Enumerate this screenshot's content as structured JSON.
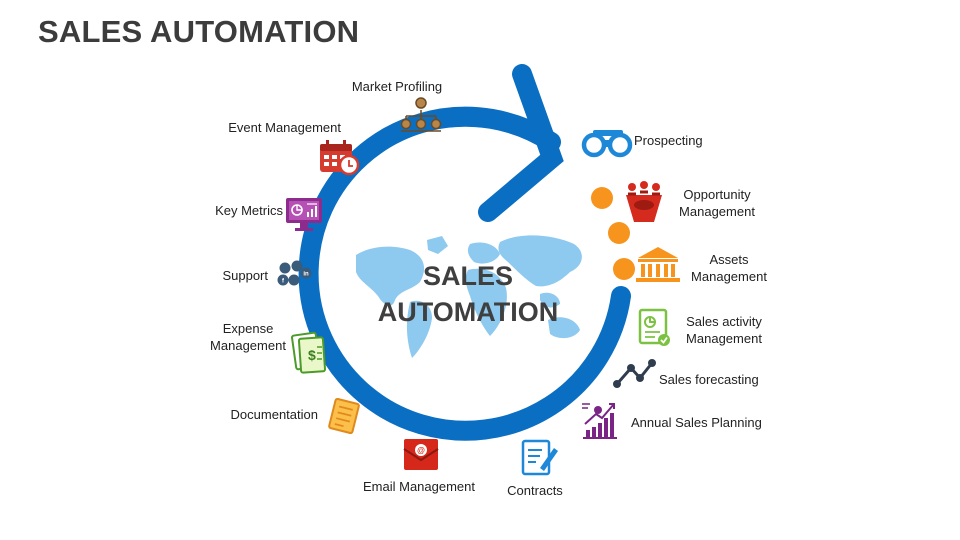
{
  "title": "SALES AUTOMATION",
  "center": {
    "line1": "SALES",
    "line2": "AUTOMATION"
  },
  "colors": {
    "ring": "#0a6fc2",
    "map": "#8ec9ef",
    "dots": "#f7941d"
  },
  "labels": {
    "market_profiling": "Market Profiling",
    "event_management": "Event Management",
    "key_metrics": "Key Metrics",
    "support": "Support",
    "expense_l1": "Expense",
    "expense_l2": "Management",
    "documentation": "Documentation",
    "email_management": "Email Management",
    "contracts": "Contracts",
    "prospecting": "Prospecting",
    "opportunity_l1": "Opportunity",
    "opportunity_l2": "Management",
    "assets_l1": "Assets",
    "assets_l2": "Management",
    "sales_activity_l1": "Sales activity",
    "sales_activity_l2": "Management",
    "sales_forecasting": "Sales forecasting",
    "annual_sales_planning": "Annual Sales Planning"
  },
  "icons": {
    "market_profiling": "org-chart-icon",
    "event_management": "calendar-clock-icon",
    "key_metrics": "monitor-dashboard-icon",
    "support": "social-icons",
    "expense": "receipt-dollar-icon",
    "documentation": "document-icon",
    "email": "email-envelope-icon",
    "contracts": "contract-pen-icon",
    "prospecting": "binoculars-icon",
    "opportunity": "target-figures-icon",
    "assets": "bank-building-icon",
    "sales_activity": "checklist-chart-icon",
    "forecasting": "line-graph-icon",
    "annual_planning": "growth-chart-icon"
  }
}
